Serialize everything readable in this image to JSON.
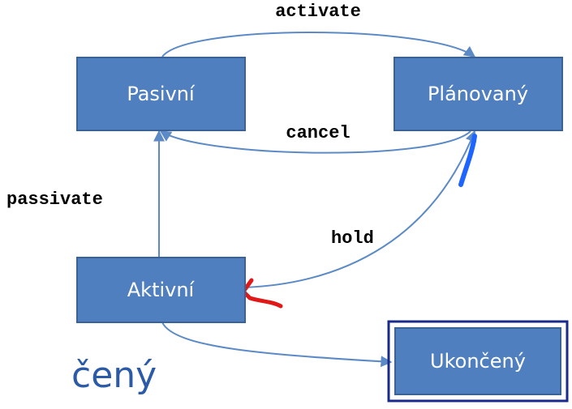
{
  "states": {
    "passive": "Pasivní",
    "planned": "Plánovaný",
    "active": "Aktivní",
    "terminated": "Ukončený"
  },
  "transitions": {
    "activate": "activate",
    "cancel": "cancel",
    "passivate": "passivate",
    "hold": "hold"
  },
  "background_text": "čený",
  "colors": {
    "state_fill": "#4f7fbf",
    "edge": "#5b8ac6",
    "final_border": "#1a2a8c",
    "hand_blue": "#1e64ff",
    "hand_red": "#e01818"
  }
}
